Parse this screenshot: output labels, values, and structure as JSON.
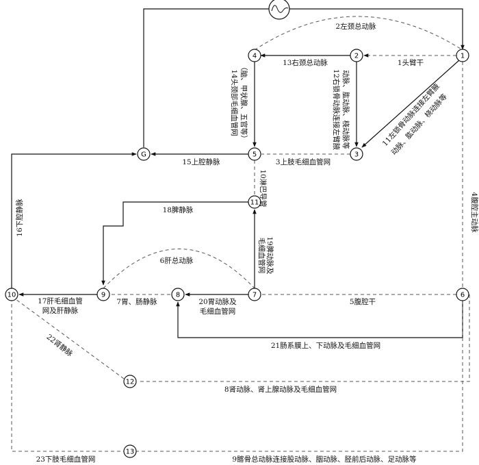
{
  "diagram": {
    "nodes": {
      "n1": "1",
      "n2": "2",
      "n3": "3",
      "n4": "4",
      "n5": "5",
      "n6": "6",
      "n7": "7",
      "n8": "8",
      "n9": "9",
      "n10": "10",
      "n11": "11",
      "n12": "12",
      "n13": "13",
      "G": "G"
    },
    "edges": {
      "e1": "1头臂干",
      "e2": "2左颈总动脉",
      "e3": "3上肢毛细血管网",
      "e4": "4腹腔主动脉",
      "e5": "5腹腔干",
      "e6": "6肝总动脉",
      "e7": "7胃、肠静脉",
      "e8": "8肾动脉、肾上腺动脉及毛细血管网",
      "e9": "9髂骨总动脉连接股动脉、胭动脉、胫前后动脉、足动脉等",
      "e10": "10淋巴导管",
      "e11a": "11左锁骨动脉连接左臂腋",
      "e11b": "动脉、肱动脉、桡动脉等",
      "e12a": "12右锁骨动脉连接左臂腋",
      "e12b": "动脉、肱动脉、桡动脉等",
      "e13": "13右颈总动脉",
      "e14a": "14头颈部毛细血管网",
      "e14b": "（脑、甲状腺、五官等）",
      "e15": "15上腔静脉",
      "e16": "16下腔静脉",
      "e17a": "17肝毛细血管",
      "e17b": "网及肝静脉",
      "e18": "18脾静脉",
      "e19a": "19脾动脉及",
      "e19b": "毛细血管网",
      "e20a": "20胃动脉及",
      "e20b": "毛细血管网",
      "e21": "21肠系膜上、下动脉及毛细血管网",
      "e22": "22肾静脉",
      "e23": "23下肢毛细血管网"
    }
  }
}
